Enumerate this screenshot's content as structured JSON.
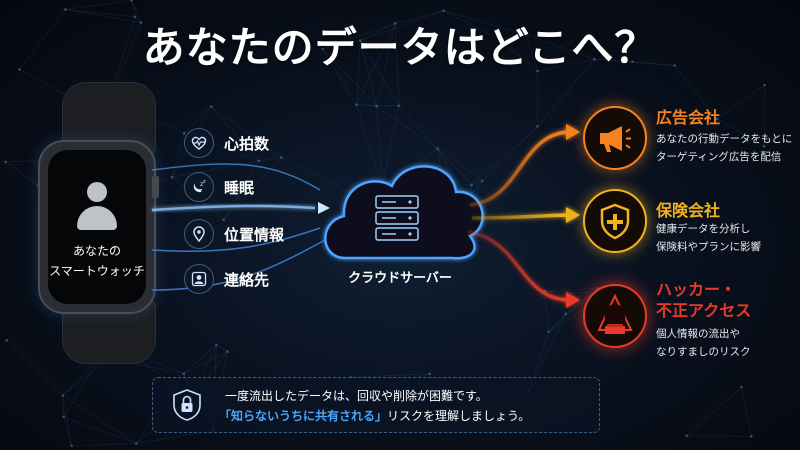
{
  "title": "あなたのデータはどこへ？",
  "watch": {
    "label_line1": "あなたの",
    "label_line2": "スマートウォッチ"
  },
  "data_items": [
    {
      "label": "心拍数",
      "icon": "heart-pulse-icon"
    },
    {
      "label": "睡眠",
      "icon": "moon-sleep-icon"
    },
    {
      "label": "位置情報",
      "icon": "location-pin-icon"
    },
    {
      "label": "連絡先",
      "icon": "contact-person-icon"
    }
  ],
  "cloud": {
    "label": "クラウドサーバー",
    "icon": "cloud-server-icon"
  },
  "destinations": [
    {
      "title": "広告会社",
      "desc_line1": "あなたの行動データをもとに",
      "desc_line2": "ターゲティング広告を配信",
      "color": "#f5821f",
      "icon": "megaphone-icon"
    },
    {
      "title": "保険会社",
      "desc_line1": "健康データを分析し",
      "desc_line2": "保険料やプランに影響",
      "color": "#f0b31e",
      "icon": "shield-plus-icon"
    },
    {
      "title_line1": "ハッカー・",
      "title_line2": "不正アクセス",
      "desc_line1": "個人情報の流出や",
      "desc_line2": "なりすましのリスク",
      "color": "#e83b26",
      "icon": "hacker-icon"
    }
  ],
  "notice": {
    "line1": "一度流出したデータは、回収や削除が困難です。",
    "line2_highlight": "「知らないうちに共有される」",
    "line2_rest": "リスクを理解しましょう。",
    "icon": "lock-shield-icon",
    "highlight_color": "#49a6ff"
  }
}
